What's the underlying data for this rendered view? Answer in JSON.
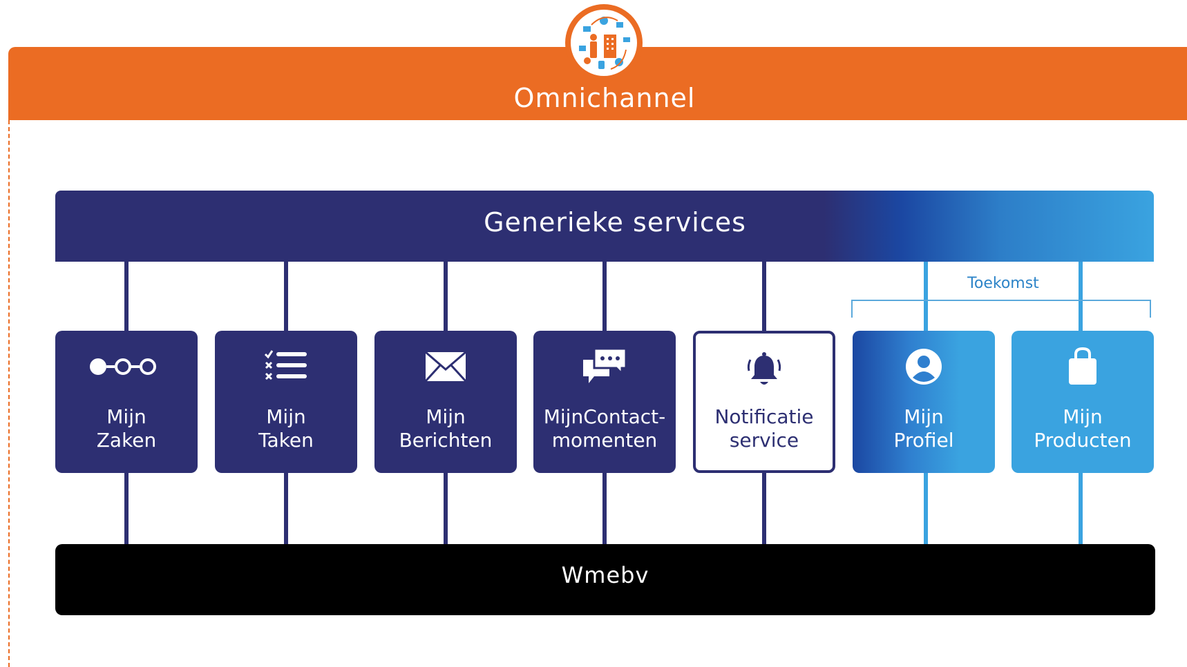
{
  "header": {
    "title": "Omnichannel",
    "logo_icon": "omnichannel-logo-icon",
    "color": "#eb6c23"
  },
  "generic": {
    "title": "Generieke services"
  },
  "toekomst": {
    "label": "Toekomst"
  },
  "services": [
    {
      "line1": "Mijn",
      "line2": "Zaken",
      "icon": "process-steps-icon"
    },
    {
      "line1": "Mijn",
      "line2": "Taken",
      "icon": "checklist-icon"
    },
    {
      "line1": "Mijn",
      "line2": "Berichten",
      "icon": "envelope-icon"
    },
    {
      "line1": "MijnContact-",
      "line2": "momenten",
      "icon": "chat-bubbles-icon"
    },
    {
      "line1": "Notificatie",
      "line2": "service",
      "icon": "bell-icon"
    },
    {
      "line1": "Mijn",
      "line2": "Profiel",
      "icon": "user-icon"
    },
    {
      "line1": "Mijn",
      "line2": "Producten",
      "icon": "shopping-bag-icon"
    }
  ],
  "footer": {
    "title": "Wmebv"
  },
  "colors": {
    "navy": "#2d2f72",
    "light_blue": "#3aa3e0",
    "orange": "#eb6c23",
    "black": "#000000"
  }
}
